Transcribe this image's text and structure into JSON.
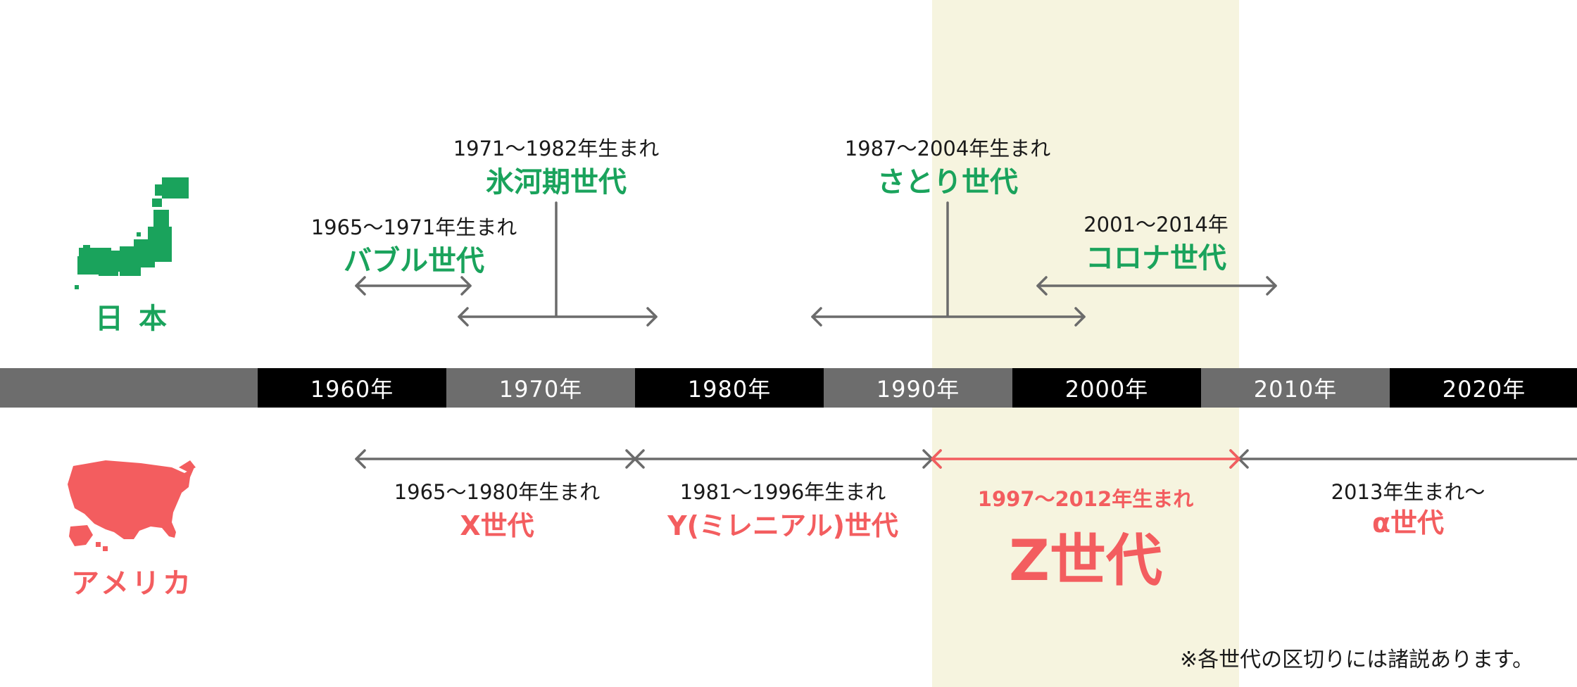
{
  "japan": {
    "label": "日 本",
    "color": "#1aa35c",
    "icon": "japan-map-icon",
    "generations": [
      {
        "range": "1965〜1971年生まれ",
        "name": "バブル世代"
      },
      {
        "range": "1971〜1982年生まれ",
        "name": "氷河期世代"
      },
      {
        "range": "1987〜2004年生まれ",
        "name": "さとり世代"
      },
      {
        "range": "2001〜2014年",
        "name": "コロナ世代"
      }
    ]
  },
  "america": {
    "label": "アメリカ",
    "color": "#f35d5f",
    "icon": "usa-map-icon",
    "generations": [
      {
        "range": "1965〜1980年生まれ",
        "name": "X世代"
      },
      {
        "range": "1981〜1996年生まれ",
        "name": "Y(ミレニアル)世代"
      },
      {
        "range": "1997〜2012年生まれ",
        "name": "Z世代"
      },
      {
        "range": "2013年生まれ〜",
        "name": "α世代"
      }
    ]
  },
  "timeline": {
    "decades": [
      "1960年",
      "1970年",
      "1980年",
      "1990年",
      "2000年",
      "2010年",
      "2020年"
    ]
  },
  "footnote": "※各世代の区切りには諸説あります。",
  "colors": {
    "arrow": "#6b6b6b",
    "highlight": "#f6f4df",
    "timeline_dark": "#000000",
    "timeline_gray": "#6d6d6d"
  }
}
